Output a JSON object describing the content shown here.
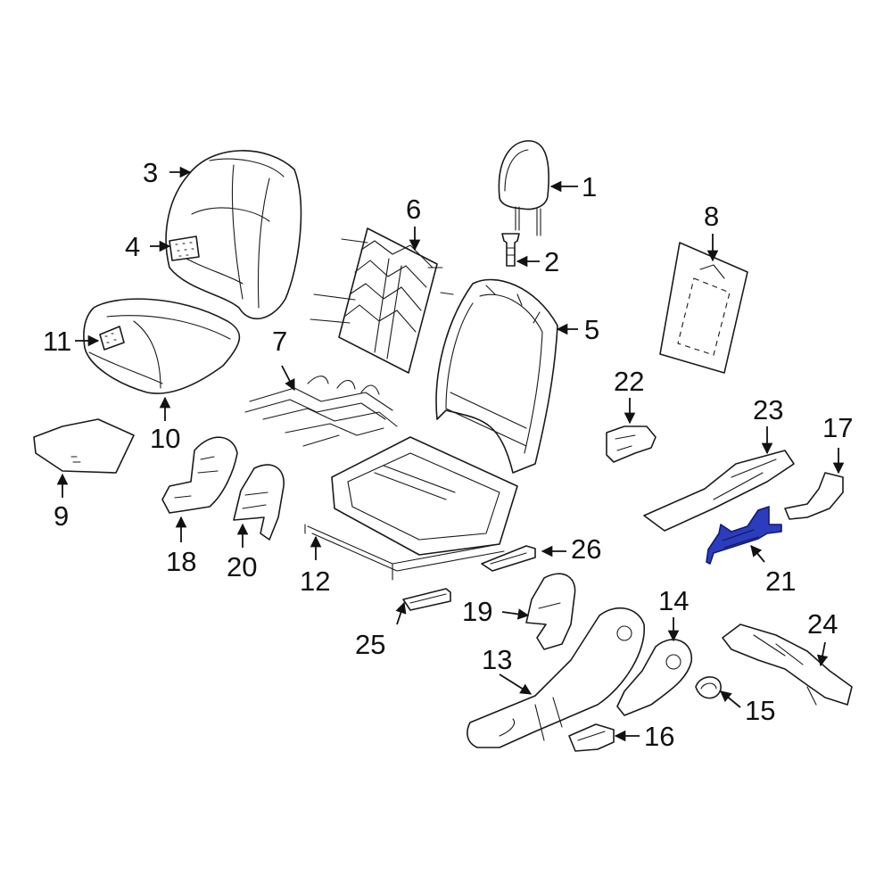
{
  "highlight_color": "#2b3dbd",
  "callouts": [
    {
      "id": "p1",
      "text": "1"
    },
    {
      "id": "p2",
      "text": "2"
    },
    {
      "id": "p3",
      "text": "3"
    },
    {
      "id": "p4",
      "text": "4"
    },
    {
      "id": "p5",
      "text": "5"
    },
    {
      "id": "p6",
      "text": "6"
    },
    {
      "id": "p7",
      "text": "7"
    },
    {
      "id": "p8",
      "text": "8"
    },
    {
      "id": "p9",
      "text": "9"
    },
    {
      "id": "p10",
      "text": "10"
    },
    {
      "id": "p11",
      "text": "11"
    },
    {
      "id": "p12",
      "text": "12"
    },
    {
      "id": "p13",
      "text": "13"
    },
    {
      "id": "p14",
      "text": "14"
    },
    {
      "id": "p15",
      "text": "15"
    },
    {
      "id": "p16",
      "text": "16"
    },
    {
      "id": "p17",
      "text": "17"
    },
    {
      "id": "p18",
      "text": "18"
    },
    {
      "id": "p19",
      "text": "19"
    },
    {
      "id": "p20",
      "text": "20"
    },
    {
      "id": "p21",
      "text": "21",
      "highlighted": true
    },
    {
      "id": "p22",
      "text": "22"
    },
    {
      "id": "p23",
      "text": "23"
    },
    {
      "id": "p24",
      "text": "24"
    },
    {
      "id": "p25",
      "text": "25"
    },
    {
      "id": "p26",
      "text": "26"
    }
  ]
}
